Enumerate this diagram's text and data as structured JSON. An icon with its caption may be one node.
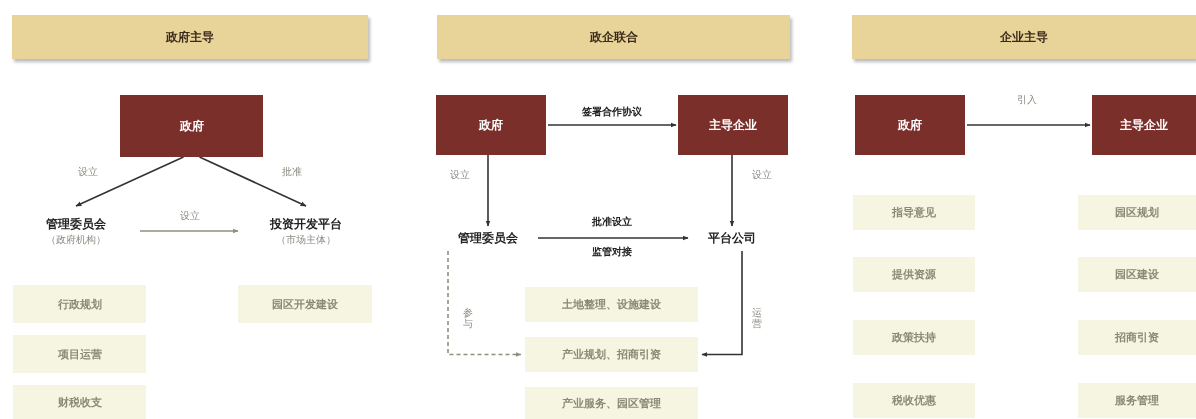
{
  "diagram": {
    "nodes": [
      {
        "text": [
          "政府主导"
        ]
      },
      {
        "text": [
          "政府"
        ]
      },
      {
        "text": [
          "管理委员会",
          "（政府机构）"
        ]
      },
      {
        "text": [
          "投资开发平台",
          "（市场主体）"
        ]
      },
      {
        "text": [
          "行政规划"
        ]
      },
      {
        "text": [
          "项目运营"
        ]
      },
      {
        "text": [
          "财税收支"
        ]
      },
      {
        "text": [
          "园区开发建设"
        ]
      },
      {
        "text": [
          "政企联合"
        ]
      },
      {
        "text": [
          "政府"
        ]
      },
      {
        "text": [
          "主导企业"
        ]
      },
      {
        "text": [
          "管理委员会"
        ]
      },
      {
        "text": [
          "平台公司"
        ]
      },
      {
        "text": [
          "土地整理、设施建设"
        ]
      },
      {
        "text": [
          "产业规划、招商引资"
        ]
      },
      {
        "text": [
          "产业服务、园区管理"
        ]
      },
      {
        "text": [
          "企业主导"
        ]
      },
      {
        "text": [
          "政府"
        ]
      },
      {
        "text": [
          "主导企业"
        ]
      },
      {
        "text": [
          "指导意见"
        ]
      },
      {
        "text": [
          "提供资源"
        ]
      },
      {
        "text": [
          "政策扶持"
        ]
      },
      {
        "text": [
          "税收优惠"
        ]
      },
      {
        "text": [
          "园区规划"
        ]
      },
      {
        "text": [
          "园区建设"
        ]
      },
      {
        "text": [
          "招商引资"
        ]
      },
      {
        "text": [
          "服务管理"
        ]
      }
    ],
    "edges": [
      {
        "from": 1,
        "to": 2,
        "arrow": "to",
        "label": "设立"
      },
      {
        "from": 1,
        "to": 3,
        "arrow": "to",
        "label": "批准"
      },
      {
        "from": 2,
        "to": 3,
        "arrow": "to",
        "label": "设立",
        "color": "#8f8f80"
      },
      {
        "from": 9,
        "to": 10,
        "arrow": "to",
        "label": "签署合作协议"
      },
      {
        "from": 9,
        "to": 11,
        "arrow": "to",
        "label": "设立"
      },
      {
        "from": 10,
        "to": 12,
        "arrow": "to",
        "label": "设立"
      },
      {
        "from": 11,
        "to": 12,
        "arrow": "to",
        "label": "批准设立"
      },
      {
        "from": 11,
        "to": 14,
        "arrow": "to",
        "label": "参与",
        "style": "dashed",
        "color": "#8f8f80"
      },
      {
        "from": 12,
        "to": 14,
        "arrow": "to",
        "label": "运营"
      },
      {
        "from": 17,
        "to": 18,
        "arrow": "to",
        "label": "引入"
      }
    ],
    "labels": [
      "监管对接"
    ]
  }
}
